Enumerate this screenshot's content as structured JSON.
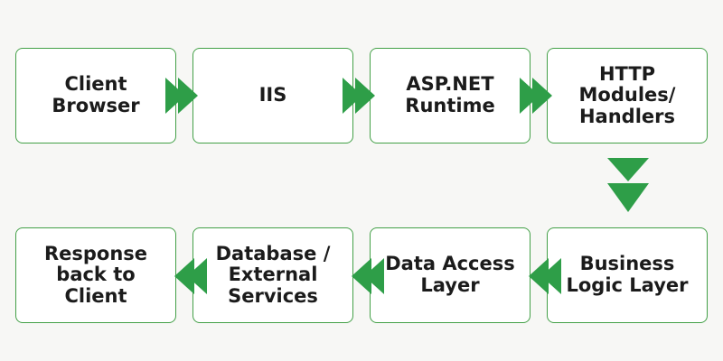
{
  "nodes": [
    {
      "id": "client-browser",
      "lines": [
        "Client",
        "Browser"
      ]
    },
    {
      "id": "iis",
      "lines": [
        "IIS"
      ]
    },
    {
      "id": "aspnet-runtime",
      "lines": [
        "ASP.NET",
        "Runtime"
      ]
    },
    {
      "id": "http-modules-handlers",
      "lines": [
        "HTTP",
        "Modules/",
        "Handlers"
      ]
    },
    {
      "id": "business-logic-layer",
      "lines": [
        "Business",
        "Logic Layer"
      ]
    },
    {
      "id": "data-access-layer",
      "lines": [
        "Data Access",
        "Layer"
      ]
    },
    {
      "id": "database-external-services",
      "lines": [
        "Database /",
        "External",
        "Services"
      ]
    },
    {
      "id": "response-back-to-client",
      "lines": [
        "Response",
        "back to",
        "Client"
      ]
    }
  ],
  "edges": [
    {
      "from": "client-browser",
      "to": "iis"
    },
    {
      "from": "iis",
      "to": "aspnet-runtime"
    },
    {
      "from": "aspnet-runtime",
      "to": "http-modules-handlers"
    },
    {
      "from": "http-modules-handlers",
      "to": "business-logic-layer"
    },
    {
      "from": "business-logic-layer",
      "to": "data-access-layer"
    },
    {
      "from": "data-access-layer",
      "to": "database-external-services"
    },
    {
      "from": "database-external-services",
      "to": "response-back-to-client"
    }
  ],
  "colors": {
    "border": "#43a047",
    "arrow": "#2e9e48",
    "box_fill": "#ffffff",
    "text": "#1b1b1b",
    "background": "#f7f7f5"
  }
}
